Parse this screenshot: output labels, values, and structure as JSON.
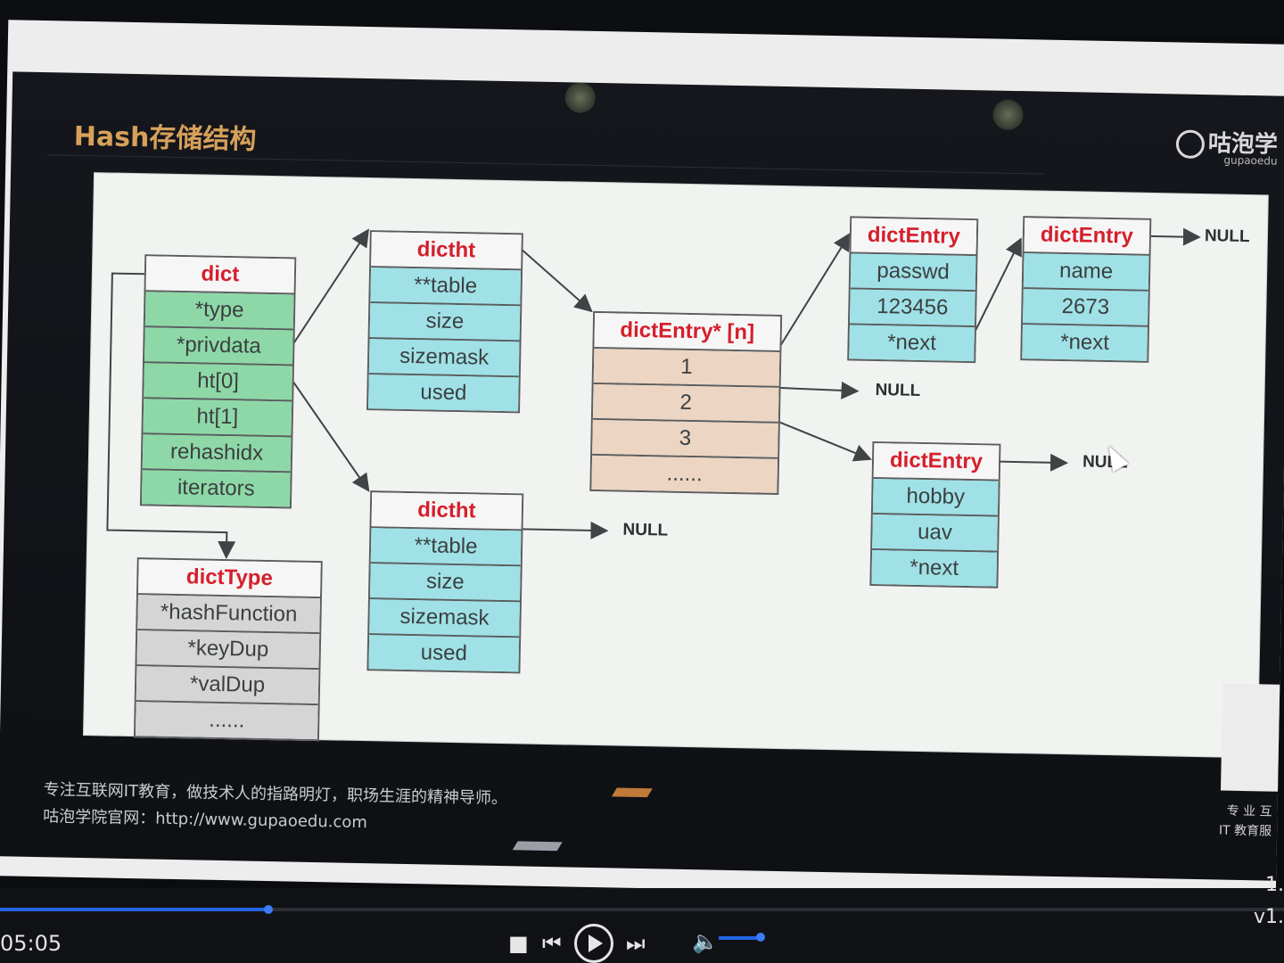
{
  "slide": {
    "title": "Hash存储结构",
    "brand": "咕泡学",
    "brand_sub": "gupaoedu"
  },
  "diagram": {
    "dict": {
      "header": "dict",
      "rows": [
        "*type",
        "*privdata",
        "ht[0]",
        "ht[1]",
        "rehashidx",
        "iterators"
      ]
    },
    "dictht_top": {
      "header": "dictht",
      "rows": [
        "**table",
        "size",
        "sizemask",
        "used"
      ]
    },
    "dictht_bottom": {
      "header": "dictht",
      "rows": [
        "**table",
        "size",
        "sizemask",
        "used"
      ]
    },
    "dictType": {
      "header": "dictType",
      "rows": [
        "*hashFunction",
        "*keyDup",
        "*valDup",
        "......"
      ]
    },
    "bucket_array": {
      "header": "dictEntry* [n]",
      "rows": [
        "1",
        "2",
        "3",
        "......"
      ]
    },
    "entry_passwd": {
      "header": "dictEntry",
      "rows": [
        "passwd",
        "123456",
        "*next"
      ]
    },
    "entry_name": {
      "header": "dictEntry",
      "rows": [
        "name",
        "2673",
        "*next"
      ]
    },
    "entry_hobby": {
      "header": "dictEntry",
      "rows": [
        "hobby",
        "uav",
        "*next"
      ]
    },
    "null_label": "NULL"
  },
  "footer": {
    "slogan": "专注互联网IT教育，做技术人的指路明灯，职场生涯的精神导师。",
    "website": "咕泡学院官网：http://www.gupaoedu.com",
    "side_line1": "专 业 互",
    "side_line2": "IT 教育服"
  },
  "player": {
    "time": "05:05",
    "progress": 0.21,
    "volume": 0.9,
    "speed": "1.",
    "version": "v1."
  },
  "colors": {
    "title": "#d7a15a",
    "header_red": "#d51f2c",
    "green_row": "#8ed8a8",
    "cyan_row": "#9fe1e6",
    "tan_row": "#ecd5c2",
    "gray_row": "#d5d5d5",
    "accent_blue": "#2464e6"
  }
}
